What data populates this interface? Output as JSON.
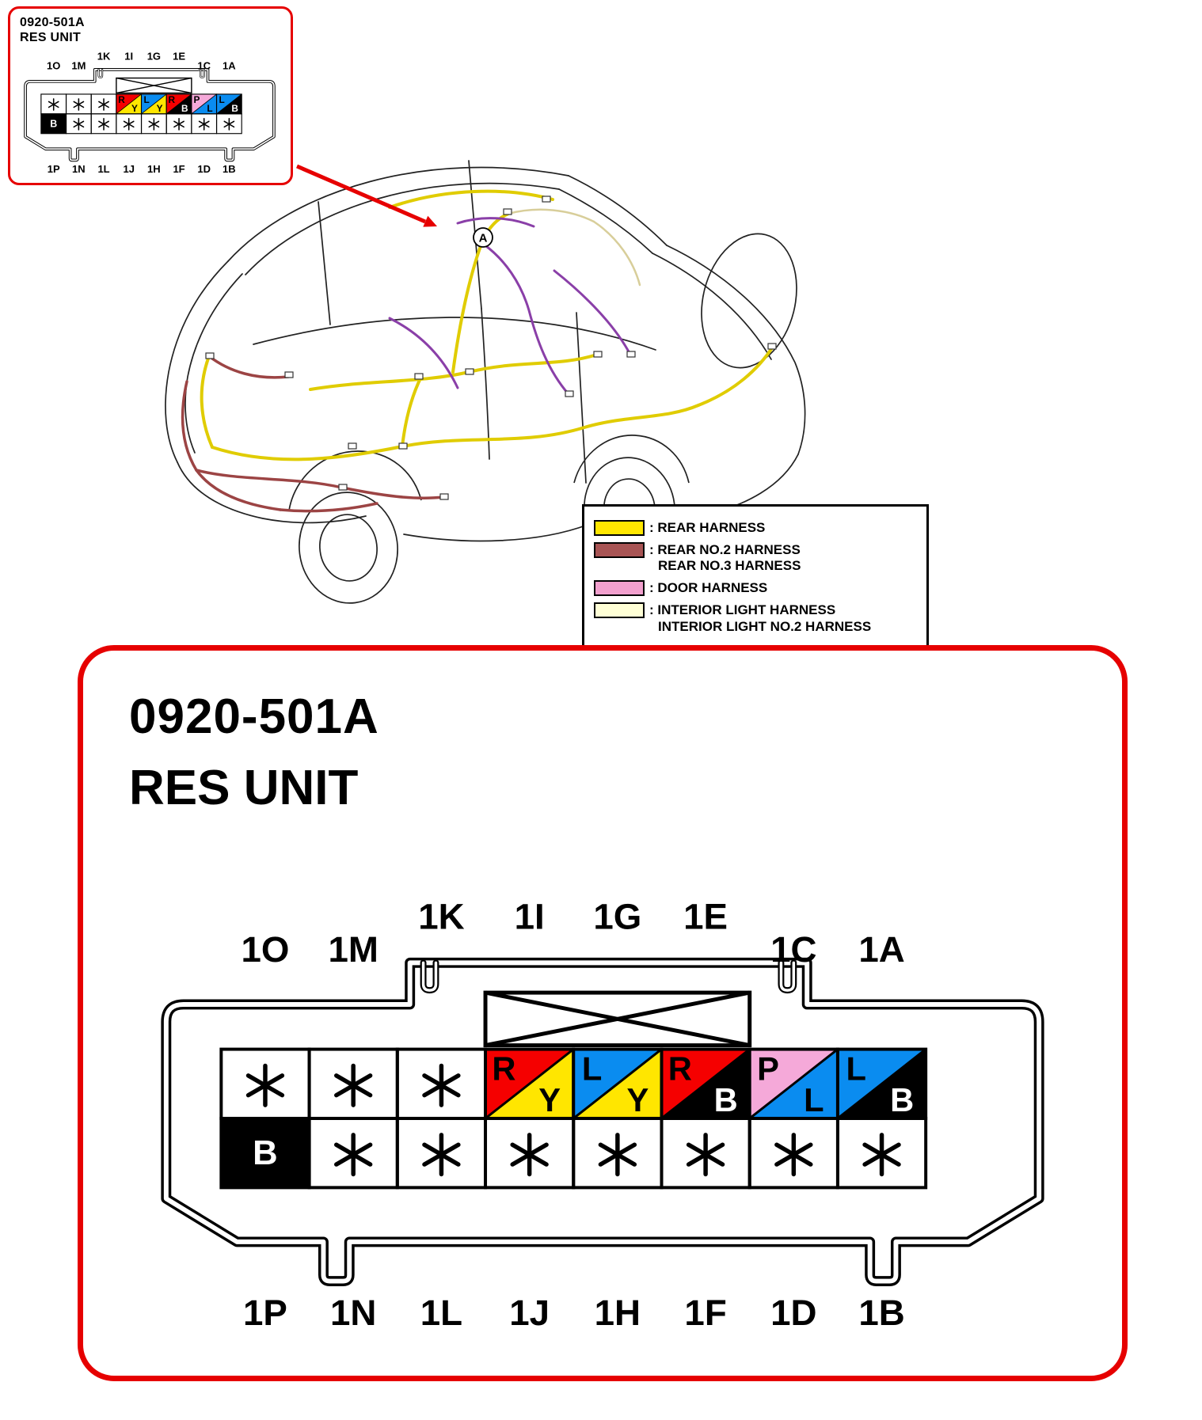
{
  "callout": {
    "code": "0920-501A",
    "name": "RES UNIT"
  },
  "detail_panel": {
    "code": "0920-501A",
    "name": "RES UNIT"
  },
  "car_view": {
    "location_label": "A"
  },
  "connector": {
    "star_symbol": "✳",
    "has_keyway_cross": true,
    "pins_top": [
      {
        "label": "1O",
        "raised": false,
        "cell": {
          "type": "star"
        }
      },
      {
        "label": "1M",
        "raised": false,
        "cell": {
          "type": "star"
        }
      },
      {
        "label": "1K",
        "raised": true,
        "cell": {
          "type": "star"
        }
      },
      {
        "label": "1I",
        "raised": true,
        "cell": {
          "type": "split",
          "top": {
            "label": "R",
            "color": "#F50000",
            "text_color": "#000000"
          },
          "bottom": {
            "label": "Y",
            "color": "#FFE600",
            "text_color": "#000000"
          }
        }
      },
      {
        "label": "1G",
        "raised": true,
        "cell": {
          "type": "split",
          "top": {
            "label": "L",
            "color": "#0A8CF0",
            "text_color": "#000000"
          },
          "bottom": {
            "label": "Y",
            "color": "#FFE600",
            "text_color": "#000000"
          }
        }
      },
      {
        "label": "1E",
        "raised": true,
        "cell": {
          "type": "split",
          "top": {
            "label": "R",
            "color": "#F50000",
            "text_color": "#000000"
          },
          "bottom": {
            "label": "B",
            "color": "#000000",
            "text_color": "#FFFFFF"
          }
        }
      },
      {
        "label": "1C",
        "raised": false,
        "cell": {
          "type": "split",
          "top": {
            "label": "P",
            "color": "#F5A9D9",
            "text_color": "#000000"
          },
          "bottom": {
            "label": "L",
            "color": "#0A8CF0",
            "text_color": "#000000"
          }
        }
      },
      {
        "label": "1A",
        "raised": false,
        "cell": {
          "type": "split",
          "top": {
            "label": "L",
            "color": "#0A8CF0",
            "text_color": "#000000"
          },
          "bottom": {
            "label": "B",
            "color": "#000000",
            "text_color": "#FFFFFF"
          }
        }
      }
    ],
    "pins_bottom": [
      {
        "label": "1P",
        "cell": {
          "type": "solid",
          "color": "#000000",
          "label": "B",
          "text_color": "#FFFFFF"
        }
      },
      {
        "label": "1N",
        "cell": {
          "type": "star"
        }
      },
      {
        "label": "1L",
        "cell": {
          "type": "star"
        }
      },
      {
        "label": "1J",
        "cell": {
          "type": "star"
        }
      },
      {
        "label": "1H",
        "cell": {
          "type": "star"
        }
      },
      {
        "label": "1F",
        "cell": {
          "type": "star"
        }
      },
      {
        "label": "1D",
        "cell": {
          "type": "star"
        }
      },
      {
        "label": "1B",
        "cell": {
          "type": "star"
        }
      }
    ]
  },
  "legend": {
    "items": [
      {
        "color": "#FFE600",
        "lines": [
          "REAR HARNESS"
        ]
      },
      {
        "color": "#A85454",
        "lines": [
          "REAR NO.2 HARNESS",
          "REAR NO.3 HARNESS"
        ]
      },
      {
        "color": "#F2A0CE",
        "lines": [
          "DOOR HARNESS"
        ]
      },
      {
        "color": "#FFFFD6",
        "lines": [
          "INTERIOR LIGHT HARNESS",
          "INTERIOR LIGHT NO.2 HARNESS"
        ]
      }
    ]
  },
  "colors": {
    "accent_red": "#E60000",
    "harness_rear": "#E0CC00",
    "harness_rear2": "#9C4444",
    "harness_door": "#8A3FA8",
    "harness_interior": "#D8CE9A",
    "outline": "#000000"
  }
}
